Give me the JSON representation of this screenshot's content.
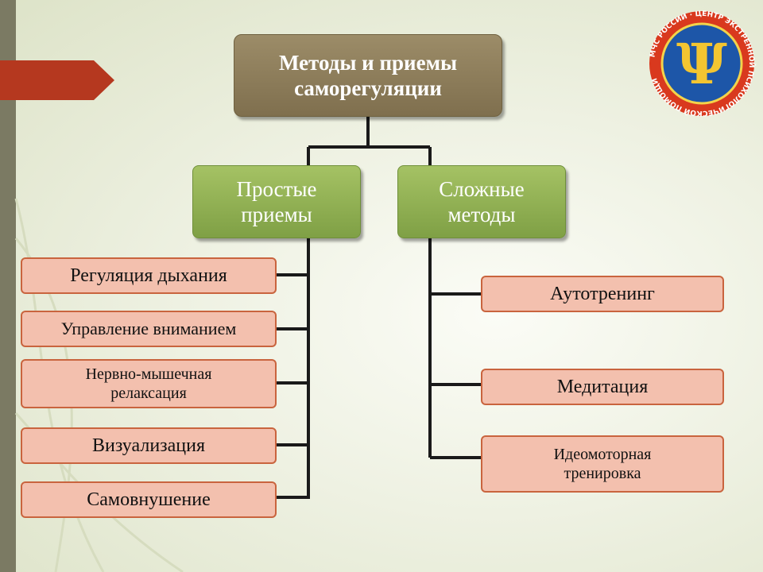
{
  "root": "Методы и приемы саморегуляции",
  "simple": {
    "title": "Простые приемы",
    "items": [
      "Регуляция дыхания",
      "Управление вниманием",
      "Нервно-мышечная релаксация",
      "Визуализация",
      "Самовнушение"
    ]
  },
  "complex": {
    "title": "Сложные методы",
    "items": [
      "Аутотренинг",
      "Медитация",
      "Идеомоторная тренировка"
    ]
  },
  "logo": {
    "text": "МЧС РОССИИ · ЦЕНТР ЭКСТРЕННОЙ ПСИХОЛОГИЧЕСКОЙ ПОМОЩИ",
    "symbol": "Ψ"
  },
  "colors": {
    "root": "#8b7b57",
    "category": "#8fae52",
    "leaf_fill": "#f3c0ae",
    "leaf_border": "#c9643e",
    "connector": "#1a1a1a"
  }
}
